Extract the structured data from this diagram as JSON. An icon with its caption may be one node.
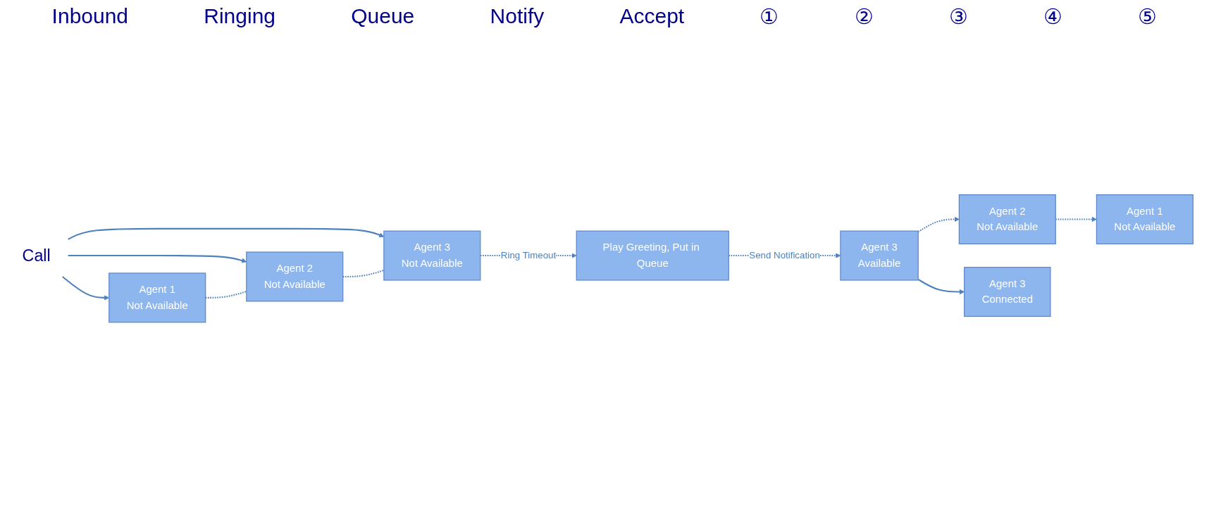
{
  "diagram": {
    "nodes": [
      {
        "text": [
          "Call"
        ]
      },
      {
        "text": [
          "Agent 1",
          "Not Available"
        ]
      },
      {
        "text": [
          "Agent 2",
          "Not Available"
        ]
      },
      {
        "text": [
          "Agent 3",
          "Not Available"
        ]
      },
      {
        "text": [
          "Play Greeting, Put in Queue"
        ]
      },
      {
        "text": [
          "Agent 1",
          "Not Available"
        ]
      },
      {
        "text": [
          "Agent 2",
          "Not Available"
        ]
      },
      {
        "text": [
          "Agent 3",
          "Available"
        ]
      },
      {
        "text": [
          "Agent 3",
          "Connected"
        ]
      }
    ],
    "edges": [
      {
        "from": 0,
        "to": 1,
        "arrow": "to"
      },
      {
        "from": 0,
        "to": 2,
        "arrow": "to"
      },
      {
        "from": 0,
        "to": 3,
        "arrow": "to"
      },
      {
        "from": 1,
        "to": 2,
        "arrow": "none",
        "style": "dashed"
      },
      {
        "from": 2,
        "to": 3,
        "arrow": "none",
        "style": "dashed"
      },
      {
        "from": 3,
        "to": 4,
        "arrow": "to",
        "style": "dashed",
        "label": "Ring Timeout"
      },
      {
        "from": 4,
        "to": 7,
        "arrow": "to",
        "style": "dashed",
        "label": "Send Notification"
      },
      {
        "from": 7,
        "to": 6,
        "arrow": "to",
        "style": "dashed"
      },
      {
        "from": 6,
        "to": 5,
        "arrow": "to",
        "style": "dashed"
      },
      {
        "from": 7,
        "to": 8,
        "arrow": "to"
      }
    ],
    "labels": [
      "Inbound",
      "Ringing",
      "Queue",
      "Notify",
      "Accept",
      "①",
      "②",
      "③",
      "④",
      "⑤"
    ]
  }
}
